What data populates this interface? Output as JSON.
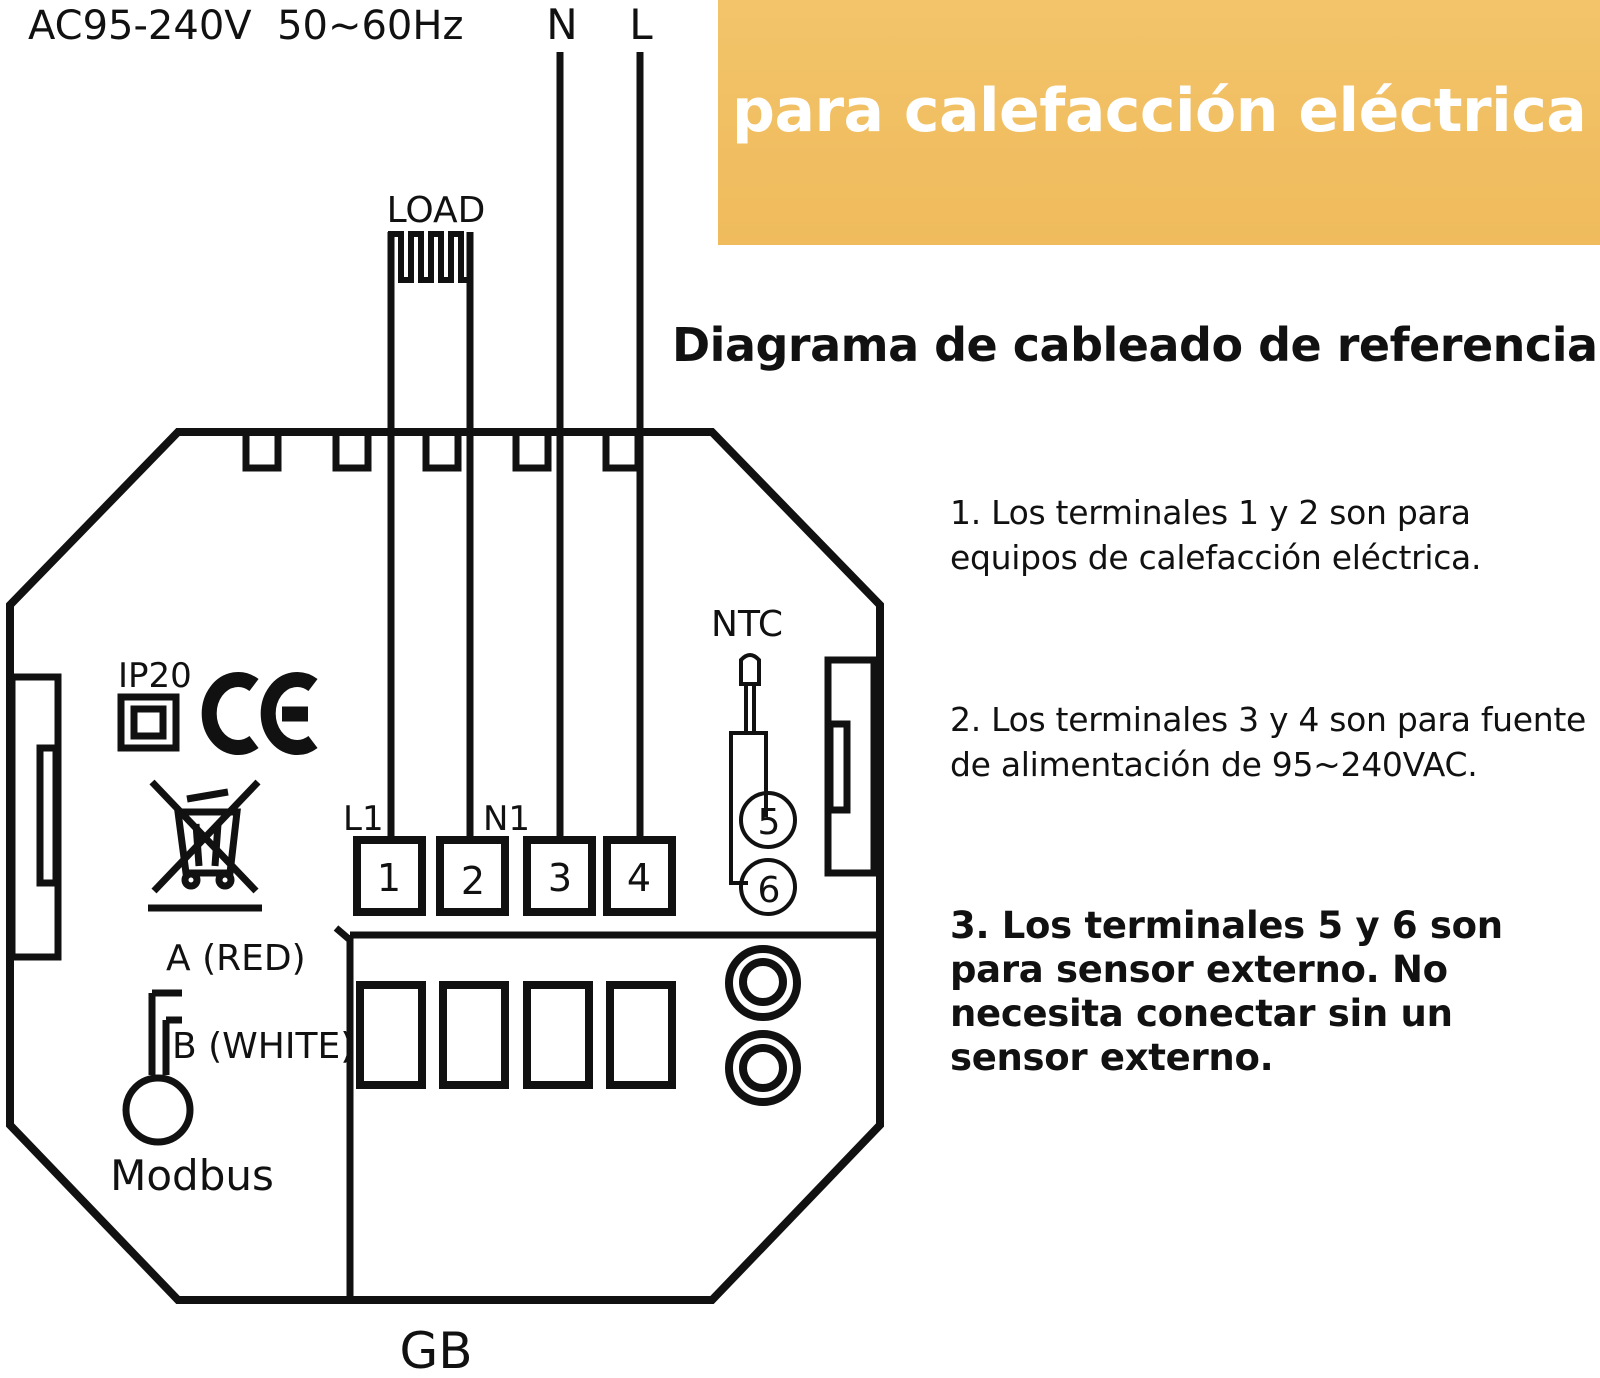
{
  "banner": {
    "text": "para calefacción eléctrica",
    "color": "#f1bf62"
  },
  "title": "Diagrama de cableado de referencia",
  "diagram": {
    "supply": "AC95-240V  50~60Hz",
    "neutral": "N",
    "line": "L",
    "load": "LOAD",
    "ntc": "NTC",
    "ip_rating": "IP20",
    "l1": "L1",
    "n1": "N1",
    "terminals": [
      "1",
      "2",
      "3",
      "4"
    ],
    "sensor_terminals": [
      "5",
      "6"
    ],
    "modbus_a": "A (RED)",
    "modbus_b": "B (WHITE)",
    "modbus": "Modbus",
    "bottom_label": "GB"
  },
  "notes": [
    "1. Los terminales 1 y 2 son para equipos de calefacción eléctrica.",
    "2. Los terminales 3 y 4 son para fuente de alimentación de 95~240VAC.",
    "3. Los terminales 5 y 6 son para sensor externo. No necesita conectar sin un sensor externo."
  ]
}
